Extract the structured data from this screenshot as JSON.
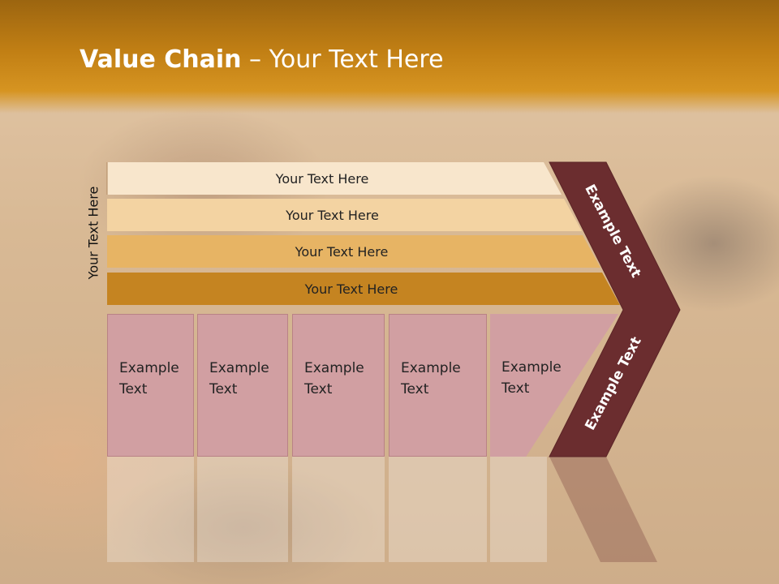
{
  "title": {
    "bold": "Value Chain",
    "rest": " – Your Text Here"
  },
  "side_label": "Your Text Here",
  "bars": [
    {
      "label": "Your Text Here"
    },
    {
      "label": "Your Text Here"
    },
    {
      "label": "Your Text Here"
    },
    {
      "label": "Your Text Here"
    }
  ],
  "cards": [
    {
      "line1": "Example",
      "line2": "Text"
    },
    {
      "line1": "Example",
      "line2": "Text"
    },
    {
      "line1": "Example",
      "line2": "Text"
    },
    {
      "line1": "Example",
      "line2": "Text"
    },
    {
      "line1": "Example",
      "line2": "Text"
    }
  ],
  "chevron": {
    "top_label": "Example Text",
    "bottom_label": "Example Text"
  },
  "colors": {
    "header": "#c17f14",
    "bar_1": "#f8e6cc",
    "bar_2": "#f3d3a2",
    "bar_3": "#e7b464",
    "bar_4": "#c58421",
    "card": "#d19fa2",
    "chevron": "#6b2d2f"
  }
}
